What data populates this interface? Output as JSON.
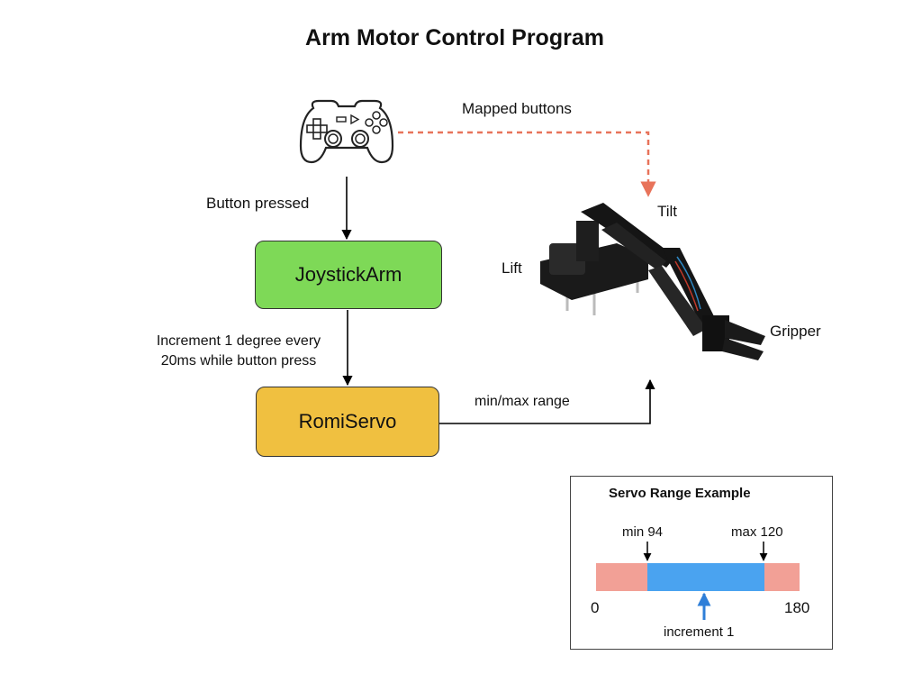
{
  "title": "Arm Motor Control Program",
  "labels": {
    "mapped_buttons": "Mapped buttons",
    "button_pressed": "Button pressed",
    "increment_note_line1": "Increment 1 degree every",
    "increment_note_line2": "20ms while button press",
    "min_max_range": "min/max range",
    "tilt": "Tilt",
    "lift": "Lift",
    "gripper": "Gripper"
  },
  "boxes": {
    "joystick_arm": {
      "label": "JoystickArm",
      "color": "#7ed957"
    },
    "romi_servo": {
      "label": "RomiServo",
      "color": "#f0c040"
    }
  },
  "icons": {
    "controller": "gamepad-icon",
    "arm": "robot-arm-image"
  },
  "legend": {
    "title": "Servo Range Example",
    "min_label": "min 94",
    "max_label": "max 120",
    "zero_label": "0",
    "end_label": "180",
    "increment_label": "increment 1",
    "range_min": 0,
    "range_max": 180,
    "active_min": 94,
    "active_max": 120,
    "colors": {
      "outside": "#f2a096",
      "active": "#4aa3f0",
      "increment_arrow": "#2f7fd8"
    }
  },
  "colors": {
    "mapped_arrow": "#e8735a",
    "flow_arrow": "#000000"
  }
}
